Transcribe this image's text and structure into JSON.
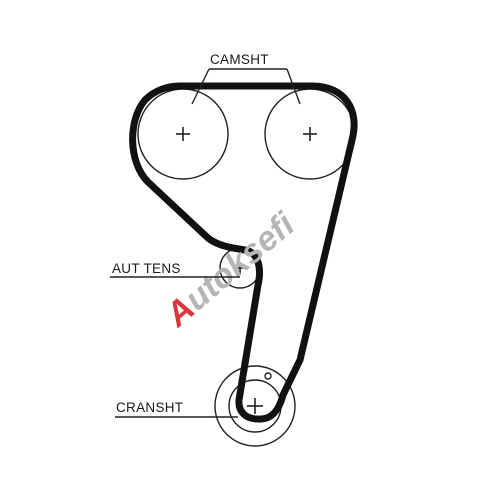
{
  "labels": {
    "camshaft": "CAMSHT",
    "tensioner": "AUT TENS",
    "crankshaft": "CRANSHT"
  },
  "watermark": {
    "first_letter": "A",
    "rest": "utoksefi",
    "accent_color": "#d9363e",
    "text_color": "#b5b5b5"
  },
  "colors": {
    "line": "#111111",
    "background": "#ffffff"
  }
}
